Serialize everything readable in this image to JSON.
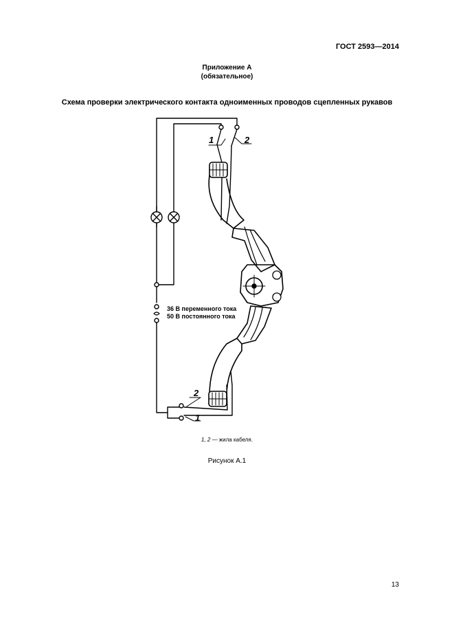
{
  "header": {
    "standard": "ГОСТ 2593—2014"
  },
  "appendix": {
    "title": "Приложение А",
    "status": "(обязательное)"
  },
  "scheme": {
    "title": "Схема проверки электрического контакта одноименных проводов сцепленных рукавов",
    "label_1": "1",
    "label_2": "2",
    "voltage_ac": "36 В переменного тока",
    "voltage_dc": "50 В постоянного тока"
  },
  "legend": {
    "marks": "1, 2",
    "text": " — жила кабеля."
  },
  "figure": {
    "caption": "Рисунок А.1"
  },
  "footer": {
    "page_number": "13"
  }
}
